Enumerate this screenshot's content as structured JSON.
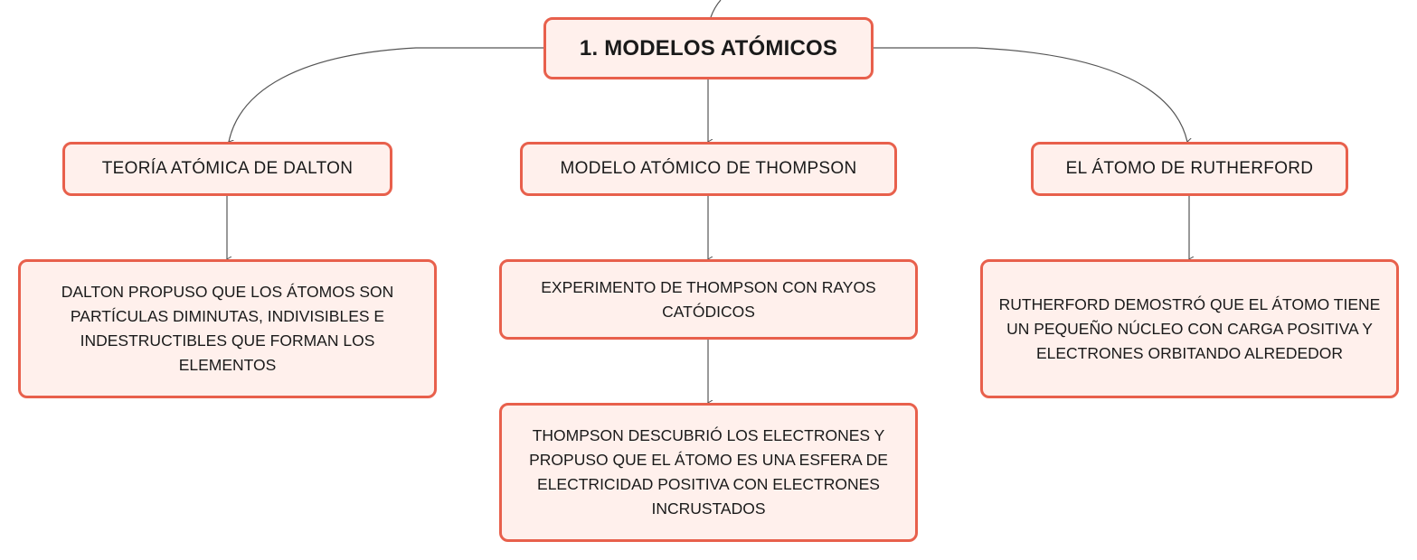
{
  "root": {
    "label": "1. MODELOS ATÓMICOS"
  },
  "topics": [
    {
      "label": "TEORÍA ATÓMICA DE DALTON",
      "details": [
        "DALTON PROPUSO QUE LOS ÁTOMOS SON PARTÍCULAS DIMINUTAS, INDIVISIBLES E INDESTRUCTIBLES QUE FORMAN LOS ELEMENTOS"
      ]
    },
    {
      "label": "MODELO ATÓMICO DE THOMPSON",
      "details": [
        "EXPERIMENTO DE THOMPSON CON RAYOS CATÓDICOS",
        "THOMPSON DESCUBRIÓ LOS ELECTRONES Y PROPUSO QUE EL ÁTOMO ES UNA ESFERA DE ELECTRICIDAD POSITIVA CON ELECTRONES INCRUSTADOS"
      ]
    },
    {
      "label": "EL ÁTOMO DE RUTHERFORD",
      "details": [
        "RUTHERFORD DEMOSTRÓ QUE EL ÁTOMO TIENE UN PEQUEÑO NÚCLEO CON CARGA POSITIVA Y ELECTRONES ORBITANDO ALREDEDOR"
      ]
    }
  ],
  "colors": {
    "node_border": "#e8604c",
    "node_fill": "#fff0ec",
    "connector": "#555555",
    "text": "#1a1a1a"
  }
}
